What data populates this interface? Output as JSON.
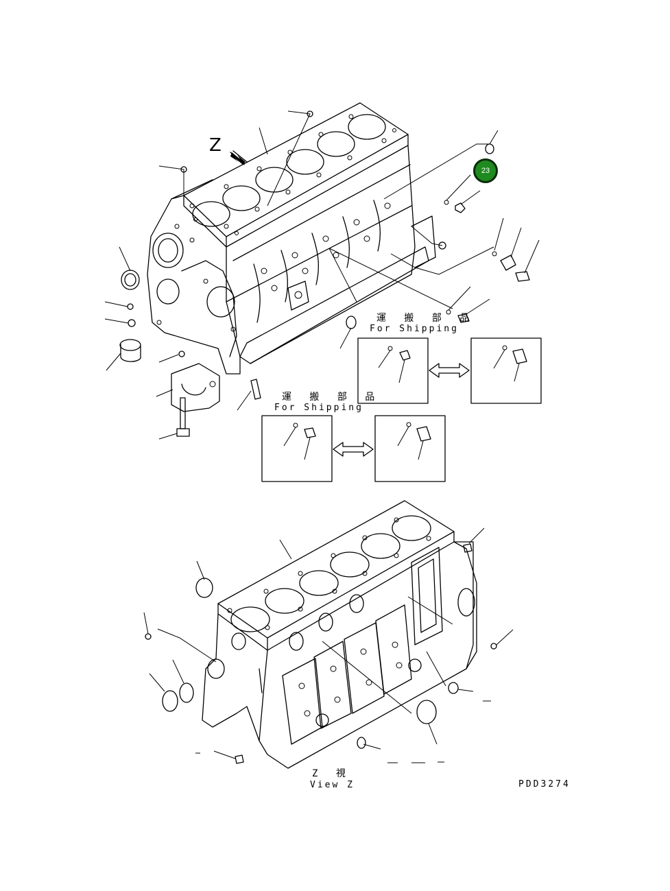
{
  "upper_view": {
    "view_marker": "Z",
    "shipping_note_1": {
      "japanese": "運 搬 部 品",
      "english": "For Shipping"
    },
    "shipping_note_2": {
      "japanese": "運 搬 部 品",
      "english": "For Shipping"
    }
  },
  "callouts": [
    {
      "number": "23"
    }
  ],
  "lower_view": {
    "title_japanese": "Z  視",
    "title_english": "View Z"
  },
  "drawing_code": "PDD3274",
  "colors": {
    "callout_fill": "#1f8a1f",
    "callout_border": "#0a2a0a",
    "line": "#000000"
  }
}
